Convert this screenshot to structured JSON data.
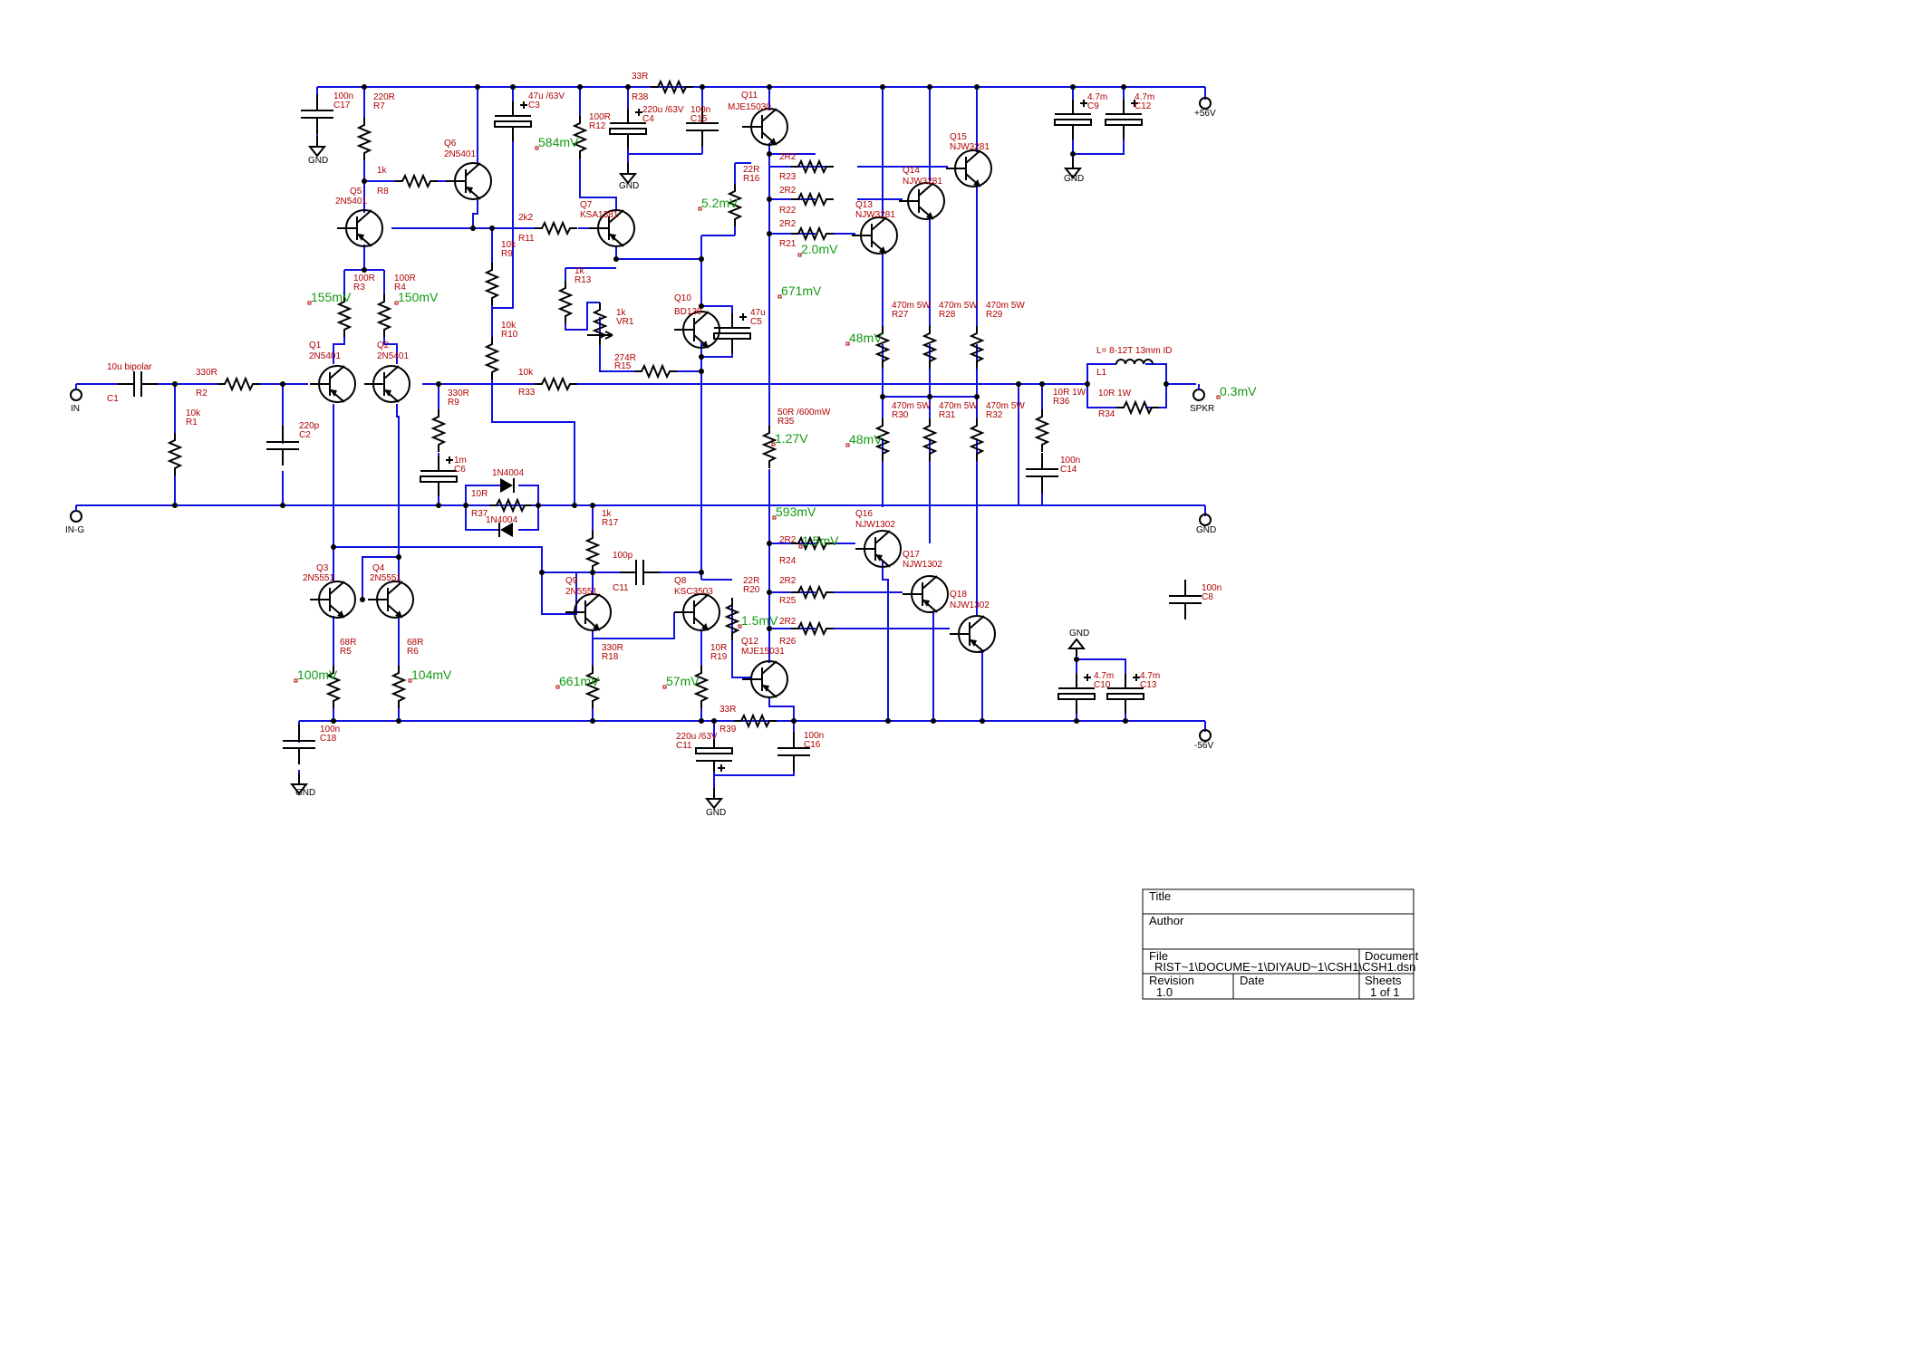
{
  "components": {
    "R1": {
      "ref": "R1",
      "value": "10k"
    },
    "R2": {
      "ref": "R2",
      "value": "330R"
    },
    "R3": {
      "ref": "R3",
      "value": "100R"
    },
    "R4": {
      "ref": "R4",
      "value": "100R"
    },
    "R5": {
      "ref": "R5",
      "value": "68R"
    },
    "R6": {
      "ref": "R6",
      "value": "68R"
    },
    "R7": {
      "ref": "R7",
      "value": "220R"
    },
    "R8": {
      "ref": "R8",
      "value": "1k"
    },
    "R9a": {
      "ref": "R9",
      "value": "10k"
    },
    "R9b": {
      "ref": "R9",
      "value": "330R"
    },
    "R10": {
      "ref": "R10",
      "value": "10k"
    },
    "R11": {
      "ref": "R11",
      "value": "2k2"
    },
    "R12": {
      "ref": "R12",
      "value": "100R"
    },
    "R13": {
      "ref": "R13",
      "value": "1k"
    },
    "R15": {
      "ref": "R15",
      "value": "274R"
    },
    "R16": {
      "ref": "R16",
      "value": "22R"
    },
    "R17": {
      "ref": "R17",
      "value": "1k"
    },
    "R18": {
      "ref": "R18",
      "value": "330R"
    },
    "R19": {
      "ref": "R19",
      "value": "10R"
    },
    "R20": {
      "ref": "R20",
      "value": "22R"
    },
    "R21": {
      "ref": "R21",
      "value": "2R2"
    },
    "R22": {
      "ref": "R22",
      "value": "2R2"
    },
    "R23": {
      "ref": "R23",
      "value": "2R2"
    },
    "R24": {
      "ref": "R24",
      "value": "2R2"
    },
    "R25": {
      "ref": "R25",
      "value": "2R2"
    },
    "R26": {
      "ref": "R26",
      "value": "2R2"
    },
    "R27": {
      "ref": "R27",
      "value": "470m 5W"
    },
    "R28": {
      "ref": "R28",
      "value": "470m 5W"
    },
    "R29": {
      "ref": "R29",
      "value": "470m 5W"
    },
    "R30": {
      "ref": "R30",
      "value": "470m 5W"
    },
    "R31": {
      "ref": "R31",
      "value": "470m 5W"
    },
    "R32": {
      "ref": "R32",
      "value": "470m 5W"
    },
    "R33": {
      "ref": "R33",
      "value": "10k"
    },
    "R34": {
      "ref": "R34",
      "value": "10R 1W"
    },
    "R35": {
      "ref": "R35",
      "value": "50R /600mW"
    },
    "R36": {
      "ref": "R36",
      "value": "10R 1W"
    },
    "R37": {
      "ref": "R37",
      "value": "10R"
    },
    "R38": {
      "ref": "R38",
      "value": "33R"
    },
    "R39": {
      "ref": "R39",
      "value": "33R"
    },
    "VR1": {
      "ref": "VR1",
      "value": "1k"
    },
    "C1": {
      "ref": "C1",
      "value": "10u bipolar"
    },
    "C2": {
      "ref": "C2",
      "value": "220p"
    },
    "C3": {
      "ref": "C3",
      "value": "47u /63V"
    },
    "C4": {
      "ref": "C4",
      "value": "220u /63V"
    },
    "C5": {
      "ref": "C5",
      "value": "47u"
    },
    "C6": {
      "ref": "C6",
      "value": "1m"
    },
    "C8": {
      "ref": "C8",
      "value": "100n"
    },
    "C9": {
      "ref": "C9",
      "value": "4.7m"
    },
    "C10": {
      "ref": "C10",
      "value": "4.7m"
    },
    "C11a": {
      "ref": "C11",
      "value": "100p"
    },
    "C11b": {
      "ref": "C11",
      "value": "220u /63V"
    },
    "C12": {
      "ref": "C12",
      "value": "4.7m"
    },
    "C13": {
      "ref": "C13",
      "value": "4.7m"
    },
    "C14": {
      "ref": "C14",
      "value": "100n"
    },
    "C15": {
      "ref": "C15",
      "value": "100n"
    },
    "C16": {
      "ref": "C16",
      "value": "100n"
    },
    "C17": {
      "ref": "C17",
      "value": "100n"
    },
    "C18": {
      "ref": "C18",
      "value": "100n"
    },
    "L1": {
      "ref": "L1",
      "value": "L= 8-12T 13mm ID"
    },
    "D1": {
      "ref": "",
      "value": "1N4004"
    },
    "D2": {
      "ref": "",
      "value": "1N4004"
    },
    "Q1": {
      "ref": "Q1",
      "value": "2N5401"
    },
    "Q2": {
      "ref": "Q2",
      "value": "2N5401"
    },
    "Q3": {
      "ref": "Q3",
      "value": "2N5551"
    },
    "Q4": {
      "ref": "Q4",
      "value": "2N5551"
    },
    "Q5": {
      "ref": "Q5",
      "value": "2N5401"
    },
    "Q6": {
      "ref": "Q6",
      "value": "2N5401"
    },
    "Q7": {
      "ref": "Q7",
      "value": "KSA1381"
    },
    "Q8": {
      "ref": "Q8",
      "value": "KSC3503"
    },
    "Q9": {
      "ref": "Q9",
      "value": "2N5551"
    },
    "Q10": {
      "ref": "Q10",
      "value": "BD139"
    },
    "Q11": {
      "ref": "Q11",
      "value": "MJE15030"
    },
    "Q12": {
      "ref": "Q12",
      "value": "MJE15031"
    },
    "Q13": {
      "ref": "Q13",
      "value": "NJW3281"
    },
    "Q14": {
      "ref": "Q14",
      "value": "NJW3281"
    },
    "Q15": {
      "ref": "Q15",
      "value": "NJW3281"
    },
    "Q16": {
      "ref": "Q16",
      "value": "NJW1302"
    },
    "Q17": {
      "ref": "Q17",
      "value": "NJW1302"
    },
    "Q18": {
      "ref": "Q18",
      "value": "NJW1302"
    }
  },
  "ports": {
    "in": "IN",
    "in_g": "IN-G",
    "spkr": "SPKR",
    "vpos": "+56V",
    "vneg": "-56V",
    "gnd": "GND"
  },
  "probes": {
    "p1": "155mV",
    "p2": "150mV",
    "p3": "584mV",
    "p4": "5.2mV",
    "p5": "2.0mV",
    "p6": "671mV",
    "p7": "48mV",
    "p8": "48mV",
    "p9": "1.27V",
    "p10": "0.3mV",
    "p11": "593mV",
    "p12": "1.5mV",
    "p13": "1.5mV",
    "p14": "100mV",
    "p15": "104mV",
    "p16": "661mV",
    "p17": "57mV"
  },
  "title_block": {
    "title_label": "Title",
    "title_value": "",
    "author_label": "Author",
    "author_value": "",
    "file_label": "File",
    "file_value": "RIST~1\\DOCUME~1\\DIYAUD~1\\CSH1\\CSH1.dsn",
    "document_label": "Document",
    "document_value": "",
    "revision_label": "Revision",
    "revision_value": "1.0",
    "date_label": "Date",
    "date_value": "",
    "sheets_label": "Sheets",
    "sheets_value": "1 of 1"
  }
}
